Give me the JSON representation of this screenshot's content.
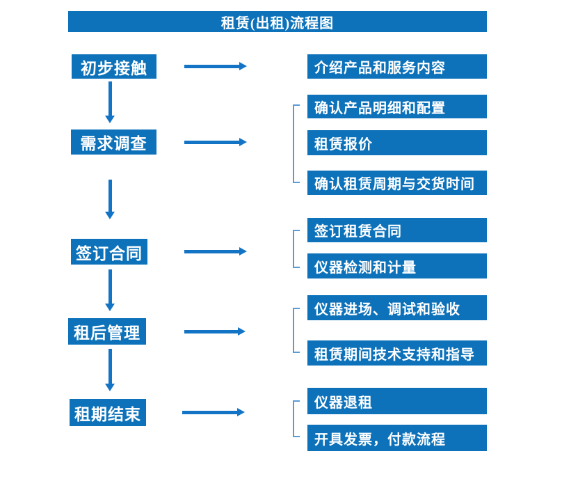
{
  "title": "租赁(出租)流程图",
  "colors": {
    "box": "#0d72ba",
    "arrow": "#1374c6",
    "bracket": "#5b9bd5"
  },
  "steps": [
    {
      "label": "初步接触",
      "outputs": [
        "介绍产品和服务内容"
      ]
    },
    {
      "label": "需求调查",
      "outputs": [
        "确认产品明细和配置",
        "租赁报价",
        "确认租赁周期与交货时间"
      ]
    },
    {
      "label": "签订合同",
      "outputs": [
        "签订租赁合同",
        "仪器检测和计量"
      ]
    },
    {
      "label": "租后管理",
      "outputs": [
        "仪器进场、调试和验收",
        "租赁期间技术支持和指导"
      ]
    },
    {
      "label": "租期结束",
      "outputs": [
        "仪器退租",
        "开具发票，付款流程"
      ]
    }
  ]
}
